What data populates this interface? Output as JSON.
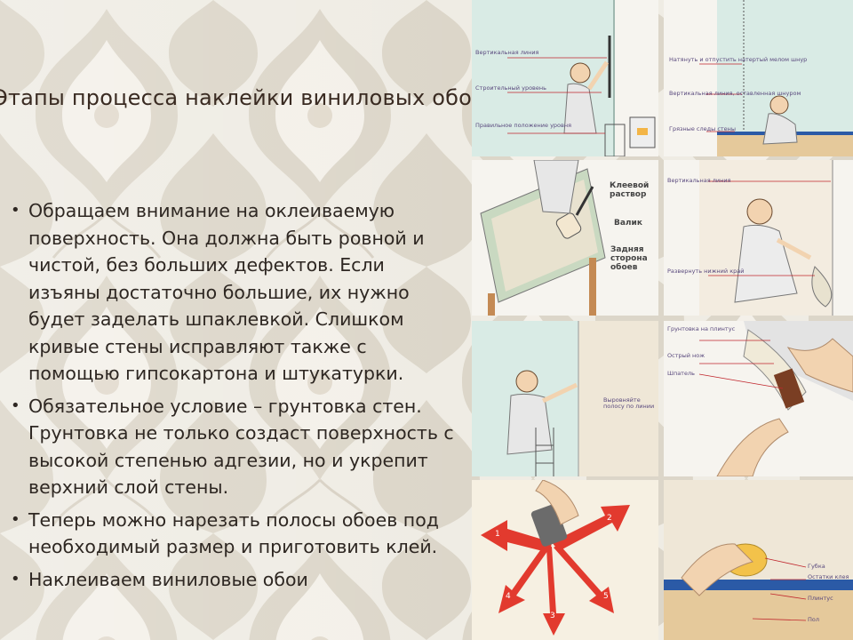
{
  "slide": {
    "title": "Этапы процесса наклейки виниловых обоев",
    "bullets": [
      "Обращаем внимание на оклеиваемую поверхность. Она должна быть ровной и чистой, без больших дефектов. Если изъяны достаточно большие, их нужно будет заделать шпаклевкой. Слишком кривые стены исправляют также с помощью гипсокартона и штукатурки.",
      "Обязательное условие – грунтовка стен. Грунтовка не только создаст поверхность с высокой степенью адгезии, но и укрепит верхний слой стены.",
      " Теперь можно нарезать полосы обоев под необходимый размер и приготовить клей.",
      "Наклеиваем виниловые обои"
    ]
  },
  "illustrations": {
    "p1": [
      "Вертикальная линия",
      "Строительный уровень",
      "Правильное положение уровня"
    ],
    "p2": [
      "Натянуть и отпустить натертый мелом шнур",
      "Вертикальная линия, оставленная шнуром",
      "Грязные следы стены"
    ],
    "p3": [
      "Клеевой раствор",
      "Валик",
      "Задняя сторона обоев"
    ],
    "p4": [
      "Вертикальная линия",
      "Развернуть нижний край"
    ],
    "p5": [
      "Выровняйте полосу по линии"
    ],
    "p6": [
      "Грунтовка на плинтус",
      "Острый нож",
      "Шпатель"
    ],
    "p7": [
      "1",
      "2",
      "3",
      "4",
      "5"
    ],
    "p8": [
      "Губка",
      "Остатки клея",
      "Плинтус",
      "Пол"
    ]
  },
  "colors": {
    "title": "#3a2b22",
    "text": "#2e2722",
    "leader_lines": "#c0262d",
    "arrows": "#e23a2e",
    "wall": "#cfe3dc"
  }
}
